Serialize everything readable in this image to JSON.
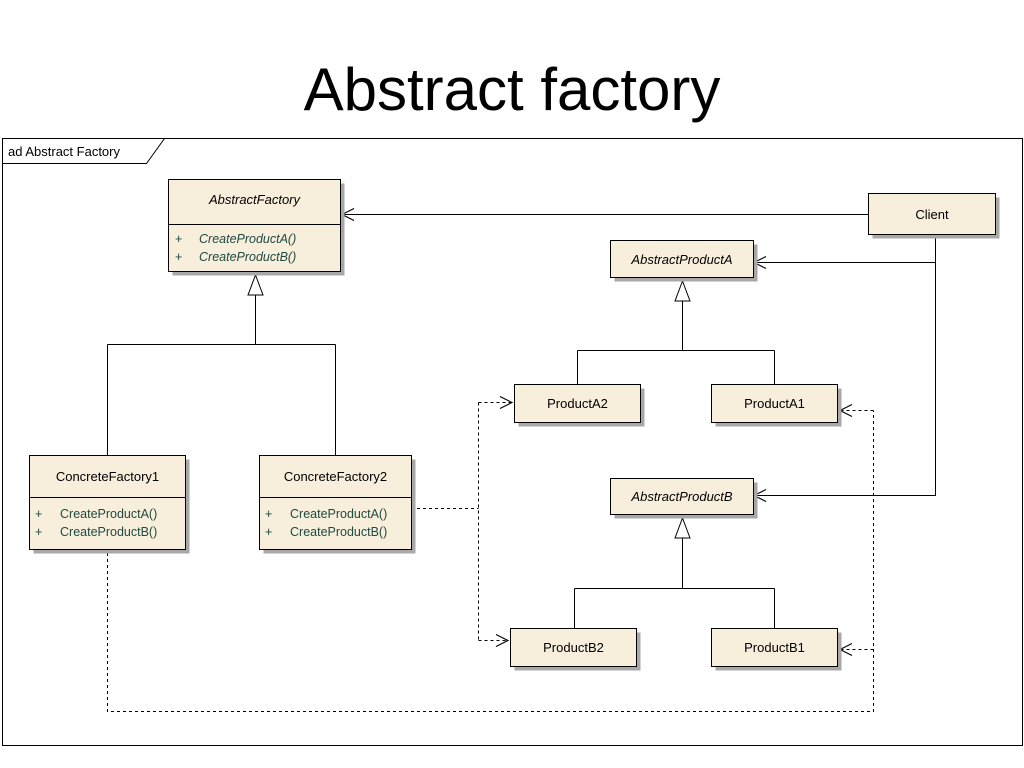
{
  "slide": {
    "title": "Abstract factory"
  },
  "diagram": {
    "frame_label": "ad Abstract Factory",
    "colors": {
      "class_fill": "#f8eedc",
      "border": "#000000",
      "shadow": "#a8a8a8",
      "operation_text": "#1f4a40"
    },
    "classes": {
      "abstract_factory": {
        "name": "AbstractFactory",
        "abstract": true,
        "operations": [
          {
            "vis": "+",
            "name": "CreateProductA()"
          },
          {
            "vis": "+",
            "name": "CreateProductB()"
          }
        ]
      },
      "client": {
        "name": "Client"
      },
      "abstract_product_a": {
        "name": "AbstractProductA",
        "abstract": true
      },
      "product_a2": {
        "name": "ProductA2"
      },
      "product_a1": {
        "name": "ProductA1"
      },
      "concrete_factory1": {
        "name": "ConcreteFactory1",
        "operations": [
          {
            "vis": "+",
            "name": "CreateProductA()"
          },
          {
            "vis": "+",
            "name": "CreateProductB()"
          }
        ]
      },
      "concrete_factory2": {
        "name": "ConcreteFactory2",
        "operations": [
          {
            "vis": "+",
            "name": "CreateProductA()"
          },
          {
            "vis": "+",
            "name": "CreateProductB()"
          }
        ]
      },
      "abstract_product_b": {
        "name": "AbstractProductB",
        "abstract": true
      },
      "product_b2": {
        "name": "ProductB2"
      },
      "product_b1": {
        "name": "ProductB1"
      }
    }
  }
}
